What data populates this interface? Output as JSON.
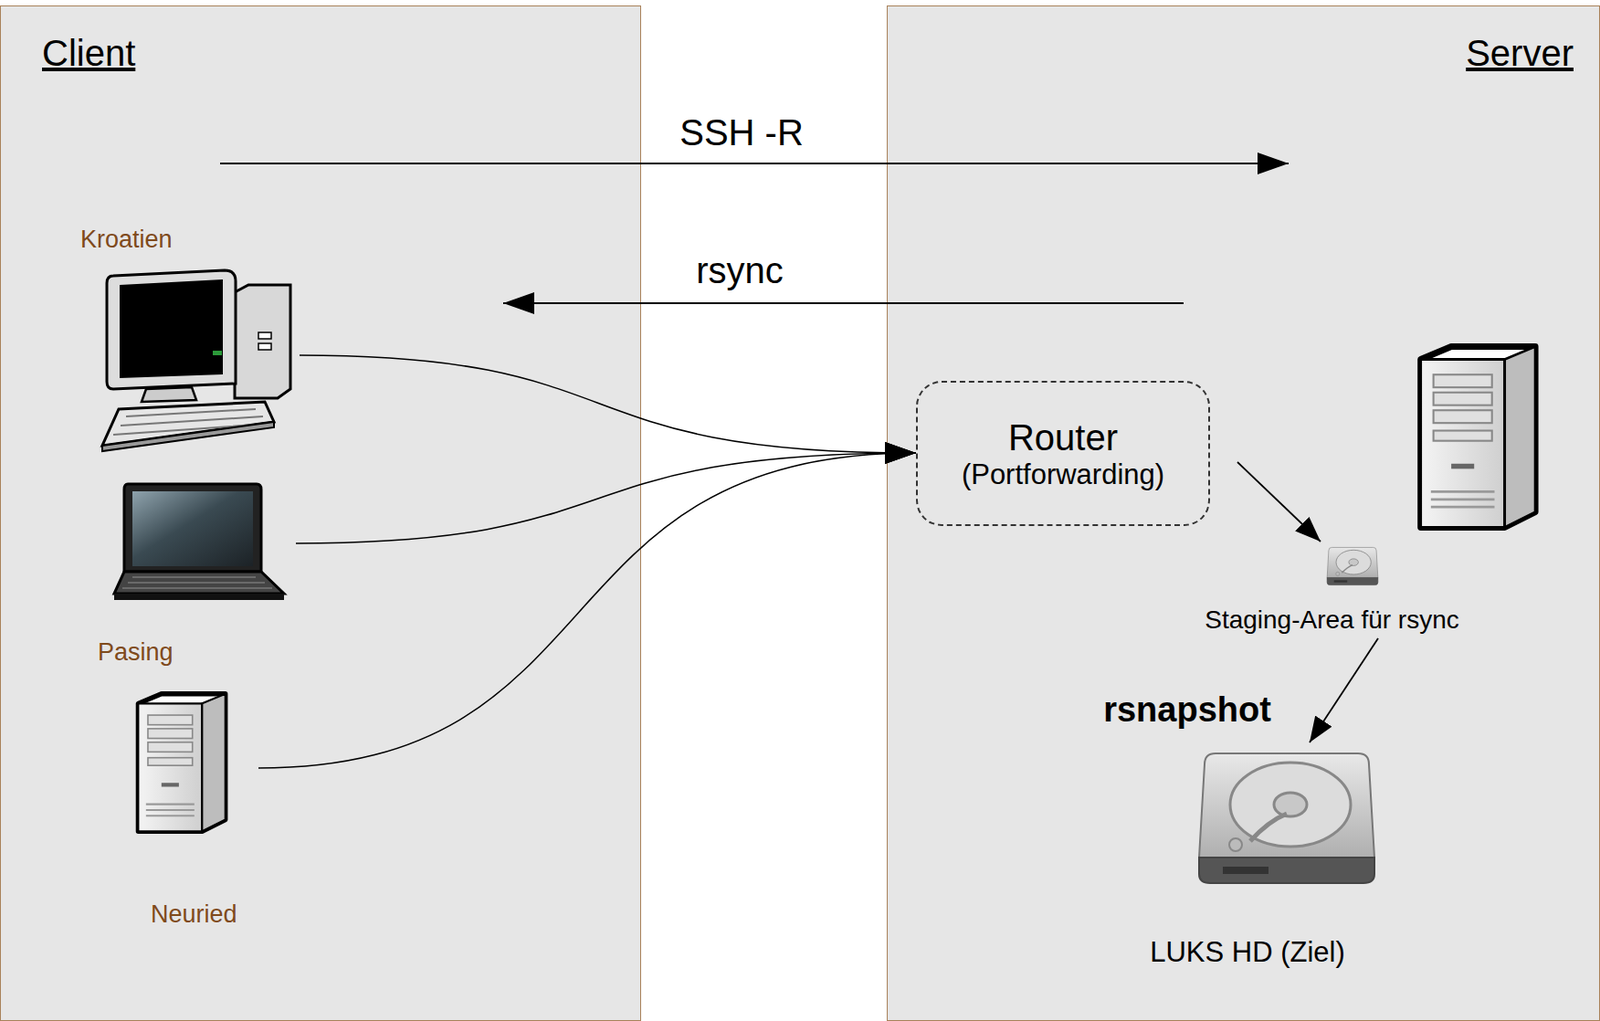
{
  "diagram": {
    "nodes": [
      {
        "text": [
          "Client"
        ]
      },
      {
        "text": [
          "Server"
        ]
      },
      {
        "text": [
          "Kroatien"
        ],
        "in": 0
      },
      {
        "text": [
          "Pasing"
        ],
        "in": 0
      },
      {
        "text": [
          "Neuried"
        ],
        "in": 0
      },
      {
        "text": [
          "Router",
          "(Portforwarding)"
        ],
        "in": 1
      },
      {
        "text": [
          "Staging-Area für rsync"
        ],
        "in": 1
      },
      {
        "text": [
          "LUKS HD (Ziel)"
        ],
        "in": 1
      }
    ],
    "edges": [
      {
        "from": 0,
        "to": 1,
        "arrow": "to",
        "label": "SSH -R"
      },
      {
        "from": 1,
        "to": 0,
        "arrow": "to",
        "label": "rsync"
      },
      {
        "from": 2,
        "to": 5,
        "arrow": "to"
      },
      {
        "from": 3,
        "to": 5,
        "arrow": "to"
      },
      {
        "from": 4,
        "to": 5,
        "arrow": "to"
      },
      {
        "from": 5,
        "to": 6,
        "arrow": "to"
      },
      {
        "from": 6,
        "to": 7,
        "arrow": "to",
        "label": "rsnapshot"
      }
    ]
  }
}
